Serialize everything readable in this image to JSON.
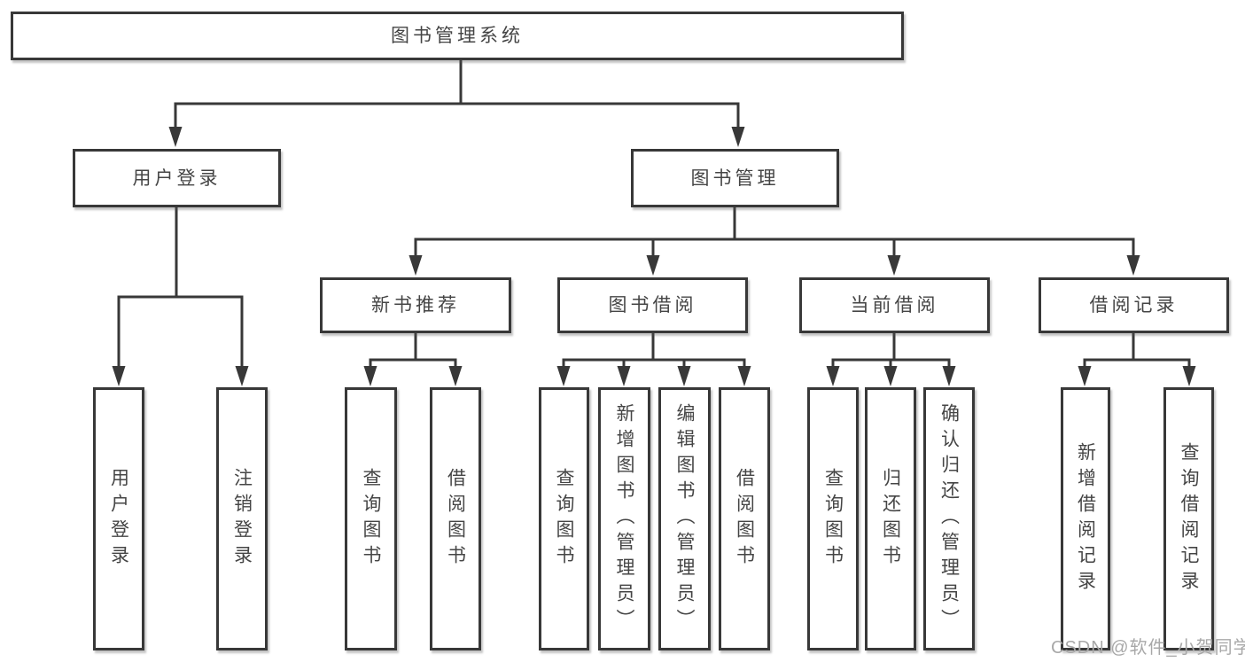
{
  "diagram_title": "图书管理系统",
  "nodes": {
    "root": {
      "label": "图书管理系统"
    },
    "login": {
      "label": "用户登录"
    },
    "mgmt": {
      "label": "图书管理"
    },
    "login_user": {
      "label": "用户登录"
    },
    "login_logout": {
      "label": "注销登录"
    },
    "rec": {
      "label": "新书推荐"
    },
    "borrow": {
      "label": "图书借阅"
    },
    "current": {
      "label": "当前借阅"
    },
    "records": {
      "label": "借阅记录"
    },
    "rec_query": {
      "label": "查询图书"
    },
    "rec_borrow": {
      "label": "借阅图书"
    },
    "borrow_query": {
      "label": "查询图书"
    },
    "borrow_add": {
      "label": "新增图书（管理员）"
    },
    "borrow_edit": {
      "label": "编辑图书（管理员）"
    },
    "borrow_do": {
      "label": "借阅图书"
    },
    "current_query": {
      "label": "查询图书"
    },
    "current_return": {
      "label": "归还图书"
    },
    "current_confirm": {
      "label": "确认归还（管理员）"
    },
    "records_add": {
      "label": "新增借阅记录"
    },
    "records_query": {
      "label": "查询借阅记录"
    }
  },
  "hierarchy": {
    "root": [
      "login",
      "mgmt"
    ],
    "login": [
      "login_user",
      "login_logout"
    ],
    "mgmt": [
      "rec",
      "borrow",
      "current",
      "records"
    ],
    "rec": [
      "rec_query",
      "rec_borrow"
    ],
    "borrow": [
      "borrow_query",
      "borrow_add",
      "borrow_edit",
      "borrow_do"
    ],
    "current": [
      "current_query",
      "current_return",
      "current_confirm"
    ],
    "records": [
      "records_add",
      "records_query"
    ]
  },
  "watermark": {
    "text": "CSDN @软件_小贺同学"
  },
  "colors": {
    "line": "#383838",
    "box_border": "#383838",
    "text": "#454545",
    "watermark": "#a8a8a8",
    "background": "#ffffff"
  }
}
